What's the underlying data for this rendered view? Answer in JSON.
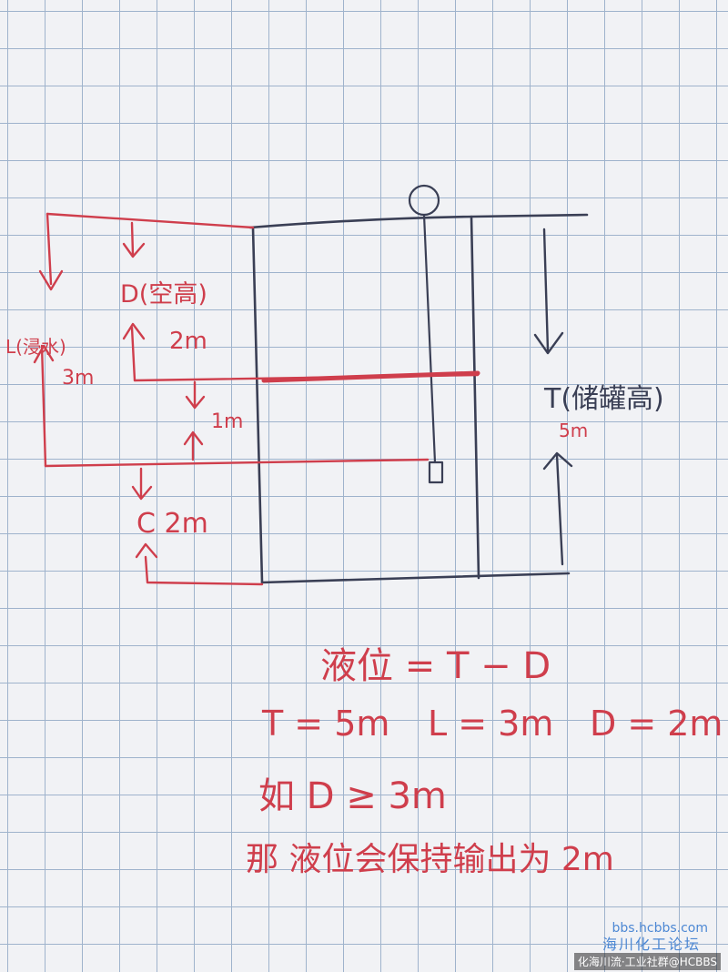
{
  "labels": {
    "d_label": "D(空高)",
    "d_value": "2m",
    "l_label": "L(浸水)",
    "l_value": "3m",
    "mid_value": "1m",
    "c_value": "C 2m",
    "t_label": "T(储罐高)",
    "t_value": "5m"
  },
  "equations": {
    "line1": "液位 = T − D",
    "line2_t": "T = 5m",
    "line2_l": "L = 3m",
    "line2_d": "D = 2m",
    "line3": "如 D ≥ 3m",
    "line4": "那 液位会保持输出为 2m"
  },
  "watermark": {
    "url": "bbs.hcbbs.com",
    "forum": "海川化工论坛",
    "community": "化海川流·工业社群@HCBBS"
  },
  "colors": {
    "ink_red": "#cf3e4c",
    "ink_dark": "#3a3f55",
    "grid": "#9fb3cc"
  }
}
